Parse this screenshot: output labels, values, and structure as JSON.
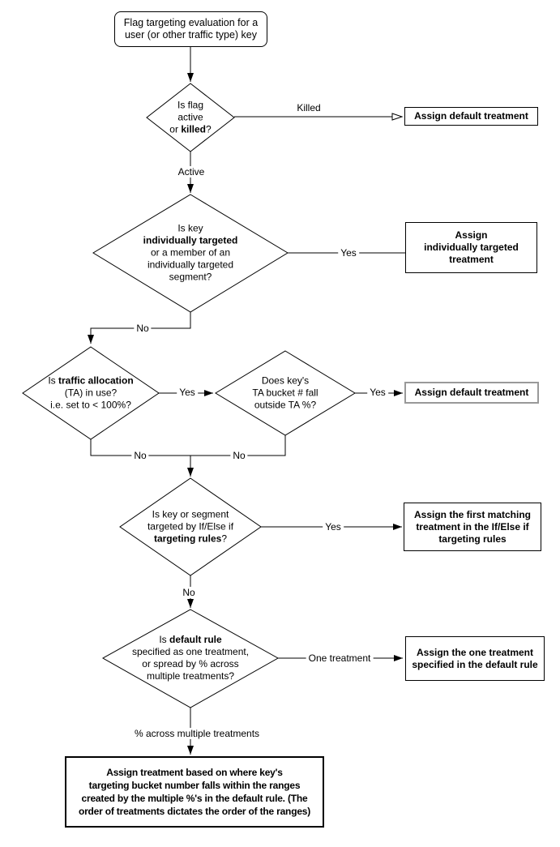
{
  "nodes": {
    "start": {
      "l1": "Flag targeting evaluation for a",
      "l2": "user (or other traffic type) key"
    },
    "d_flag_status": {
      "l1": "Is flag",
      "l2": "active",
      "l3a": "or ",
      "l3b": "killed",
      "l3c": "?"
    },
    "box_default_top": {
      "l1": "Assign default treatment"
    },
    "d_individual_target": {
      "l1": "Is key",
      "l2": "individually targeted",
      "l3": "or a member of an",
      "l4": "individually targeted",
      "l5": "segment?"
    },
    "box_individual": {
      "l1": "Assign",
      "l2": "individually targeted",
      "l3": "treatment"
    },
    "d_traffic_alloc": {
      "l1a": "Is ",
      "l1b": "traffic allocation",
      "l2": "(TA) in use?",
      "l3": "i.e. set to < 100%?"
    },
    "d_ta_bucket": {
      "l1": "Does key's",
      "l2": "TA bucket # fall",
      "l3": "outside TA %?"
    },
    "box_default_mid": {
      "l1": "Assign default treatment"
    },
    "d_targeting_rules": {
      "l1": "Is key or segment",
      "l2": "targeted by If/Else if",
      "l3a": "targeting rules",
      "l3b": "?"
    },
    "box_first_matching": {
      "l1": "Assign the first matching",
      "l2": "treatment in the If/Else if",
      "l3": "targeting rules"
    },
    "d_default_rule": {
      "l1a": "Is ",
      "l1b": "default rule",
      "l2": "specified as one treatment,",
      "l3": "or spread by % across",
      "l4": "multiple treatments?"
    },
    "box_one_treatment": {
      "l1": "Assign the one treatment",
      "l2": "specified in the default rule"
    },
    "box_ranges": {
      "l1": "Assign treatment based on where key's",
      "l2": "targeting bucket number falls within the ranges",
      "l3": "created by the multiple %'s in the default rule. (The",
      "l4": "order of treatments dictates the order of the ranges)"
    }
  },
  "labels": {
    "killed": "Killed",
    "active": "Active",
    "yes_individual": "Yes",
    "no_individual": "No",
    "yes_ta": "Yes",
    "yes_bucket": "Yes",
    "no_ta": "No",
    "no_bucket": "No",
    "yes_rules": "Yes",
    "no_rules": "No",
    "one_treatment": "One treatment",
    "pct_multiple": "% across multiple treatments"
  },
  "colors": {
    "stroke": "#000000",
    "gray_border": "#999999",
    "background": "#ffffff"
  }
}
